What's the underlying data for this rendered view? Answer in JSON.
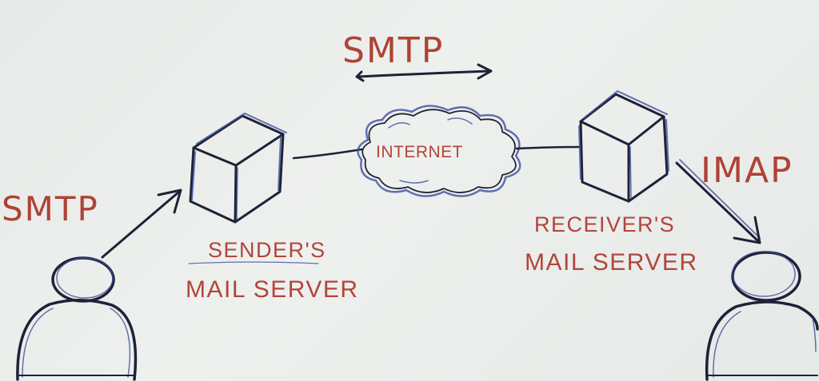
{
  "labels": {
    "smtp_top": "SMTP",
    "smtp_left": "SMTP",
    "imap": "IMAP",
    "internet": "INTERNET",
    "sender_line1": "SENDER'S",
    "sender_line2": "MAIL SERVER",
    "receiver_line1": "RECEIVER'S",
    "receiver_line2": "MAIL SERVER"
  },
  "colors": {
    "ink": "#1f2236",
    "label": "#b2453a",
    "paper": "#eceeec"
  }
}
